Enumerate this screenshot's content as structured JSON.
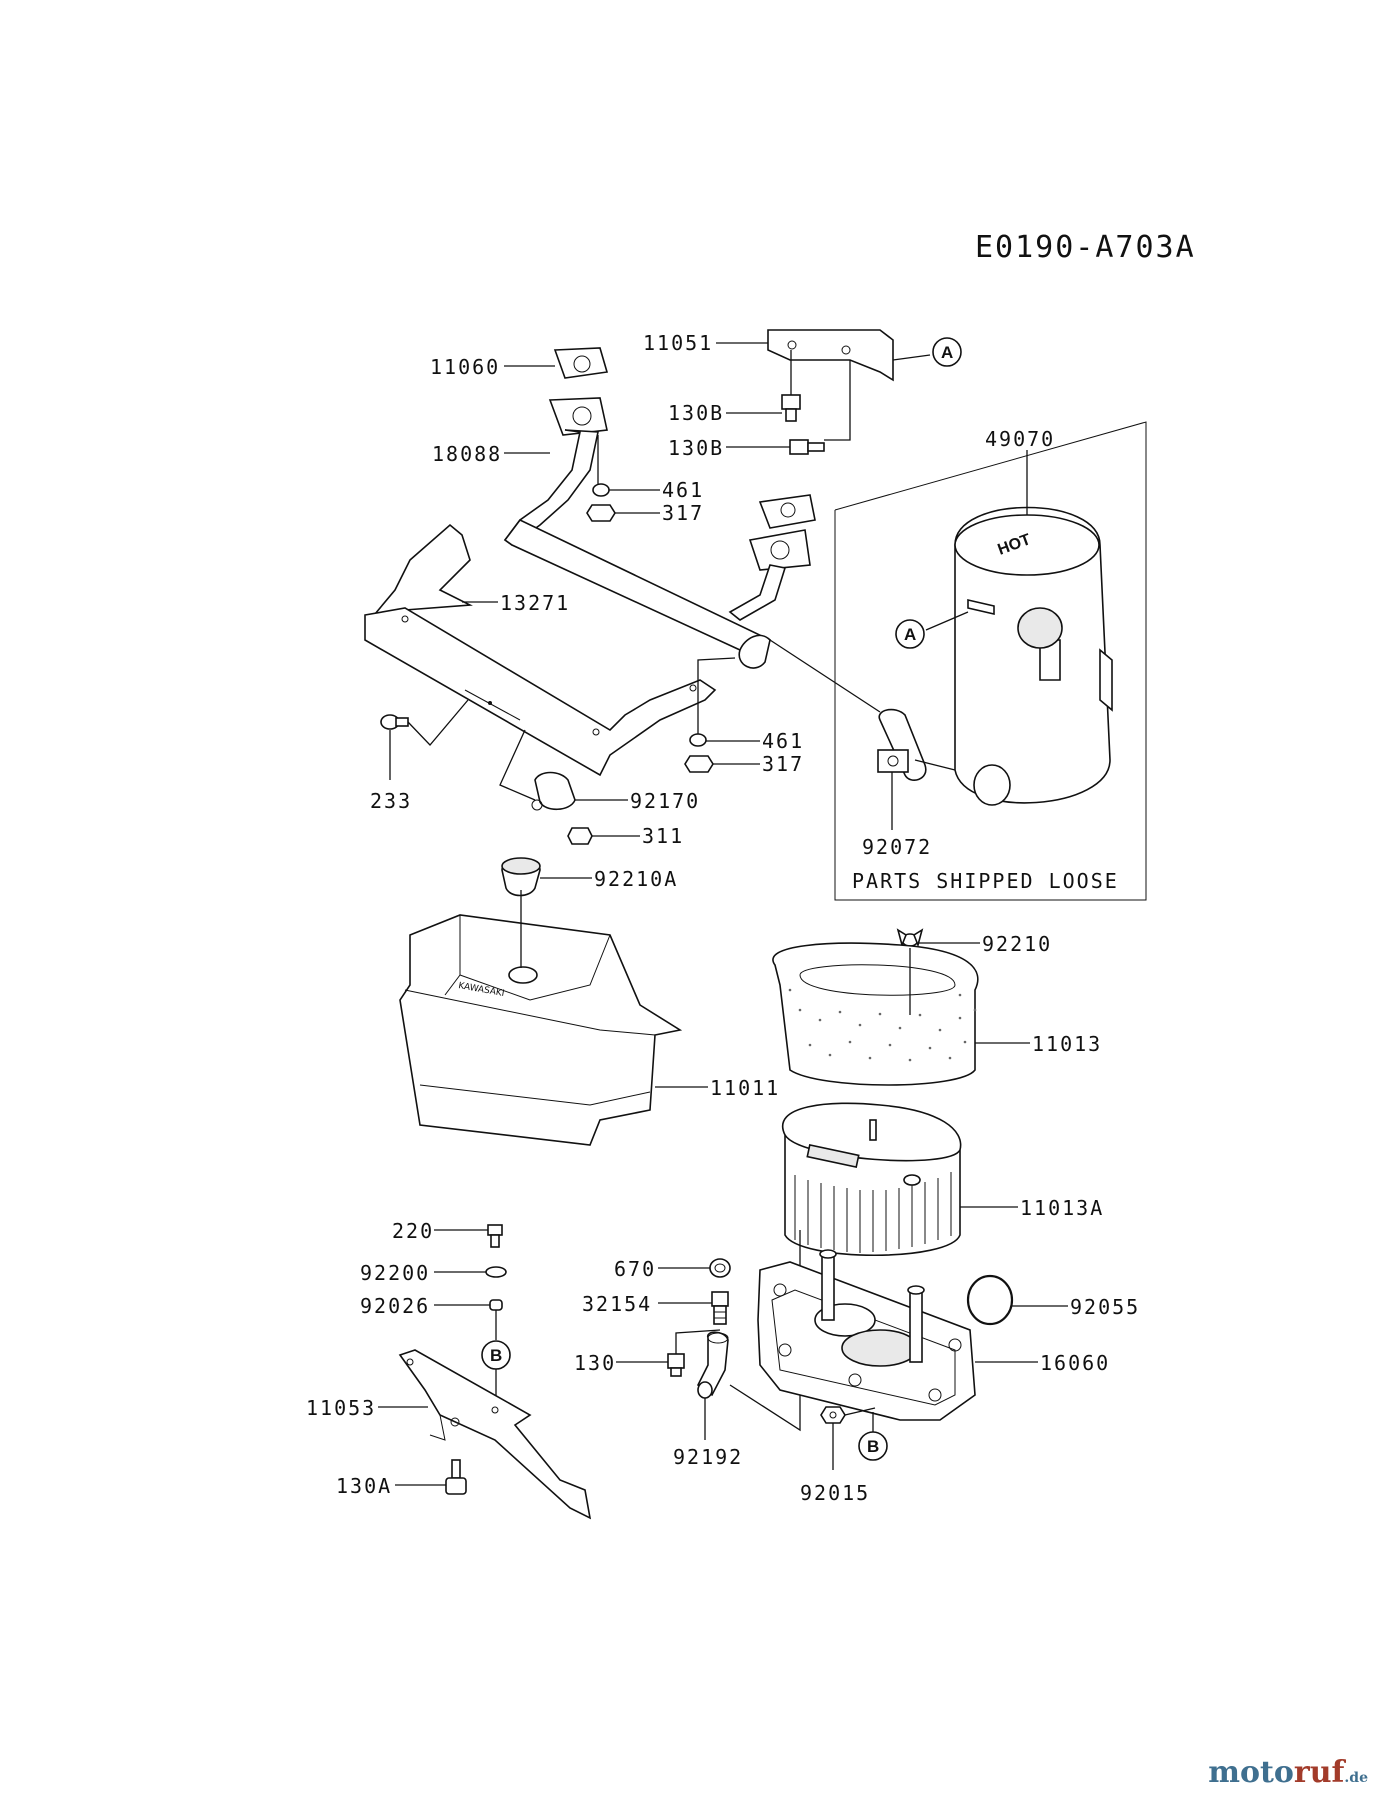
{
  "diagram": {
    "code": "E0190-A703A",
    "box_note": "PARTS SHIPPED LOOSE",
    "callouts": {
      "a": "A",
      "b": "B"
    },
    "labels": {
      "p11051": "11051",
      "p11060": "11060",
      "p130B_1": "130B",
      "p130B_2": "130B",
      "p18088": "18088",
      "p461_1": "461",
      "p317_1": "317",
      "p49070": "49070",
      "p13271": "13271",
      "p461_2": "461",
      "p317_2": "317",
      "p233": "233",
      "p92170": "92170",
      "p311": "311",
      "p92072": "92072",
      "p92210A": "92210A",
      "p92210": "92210",
      "p11013": "11013",
      "p11011": "11011",
      "p11013A": "11013A",
      "p220": "220",
      "p92200": "92200",
      "p92026": "92026",
      "p670": "670",
      "p32154": "32154",
      "p92055": "92055",
      "p130": "130",
      "p16060": "16060",
      "p11053": "11053",
      "p92192": "92192",
      "p130A": "130A",
      "p92015": "92015"
    }
  },
  "watermark": {
    "part1": "moto",
    "part2": "ruf",
    "part3": ".de"
  }
}
